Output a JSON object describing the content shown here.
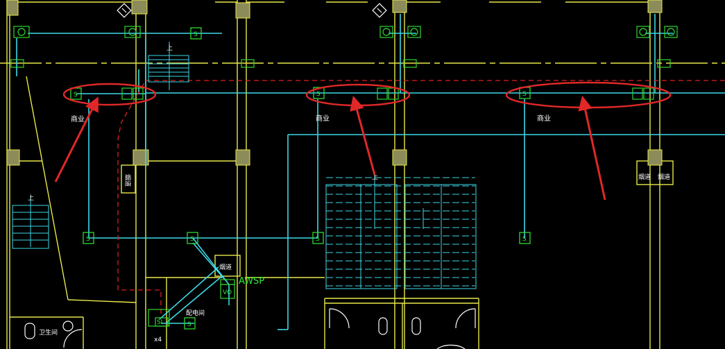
{
  "colors": {
    "background": "#000000",
    "wall": "#e8e84a",
    "column": "#8c8c5a",
    "pipe_cyan": "#3cd9e8",
    "pipe_red": "#e02020",
    "symbol_green": "#2fd92f",
    "symbol_white": "#ffffff",
    "annotation_red": "#e02828",
    "text_white": "#ffffff"
  },
  "labels": {
    "commercial": "商业",
    "shaft": "烟道",
    "power_room": "配电间",
    "restroom": "卫生间",
    "up": "上",
    "awsp": "AWSP",
    "vo": "VO",
    "si": "SI",
    "x4": "x4",
    "sensor_symbol": "S"
  },
  "annotations": [
    {
      "kind": "red-ellipse",
      "target": "commercial-left"
    },
    {
      "kind": "red-ellipse",
      "target": "commercial-center"
    },
    {
      "kind": "red-ellipse",
      "target": "commercial-right"
    },
    {
      "kind": "red-arrow",
      "target": "commercial-left"
    },
    {
      "kind": "red-arrow",
      "target": "commercial-center"
    },
    {
      "kind": "red-arrow",
      "target": "commercial-right"
    }
  ]
}
